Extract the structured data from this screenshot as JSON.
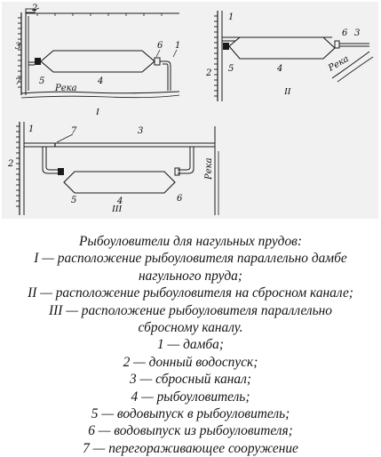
{
  "figure": {
    "background": "#f1f1f1",
    "line_color": "#1a1a1a",
    "scheme_labels": [
      "I",
      "II",
      "III"
    ],
    "river_label": "Река",
    "callouts": [
      "1",
      "2",
      "3",
      "4",
      "5",
      "6",
      "7"
    ]
  },
  "caption": {
    "title": "Рыбоуловители для нагульных прудов:",
    "lines": [
      "I — расположение рыбоуловителя параллельно дамбе",
      "нагульного пруда;",
      "II — расположение рыбоуловителя на сбросном канале;",
      "III — расположение рыбоуловителя параллельно",
      "сбросному каналу."
    ],
    "legend": [
      "1 — дамба;",
      "2 — донный водоспуск;",
      "3 — сбросный канал;",
      "4 — рыбоуловитель;",
      "5 — водовыпуск в рыбоуловитель;",
      "6 — водовыпуск из рыбоуловителя;",
      "7 — перегораживающее сооружение"
    ]
  }
}
